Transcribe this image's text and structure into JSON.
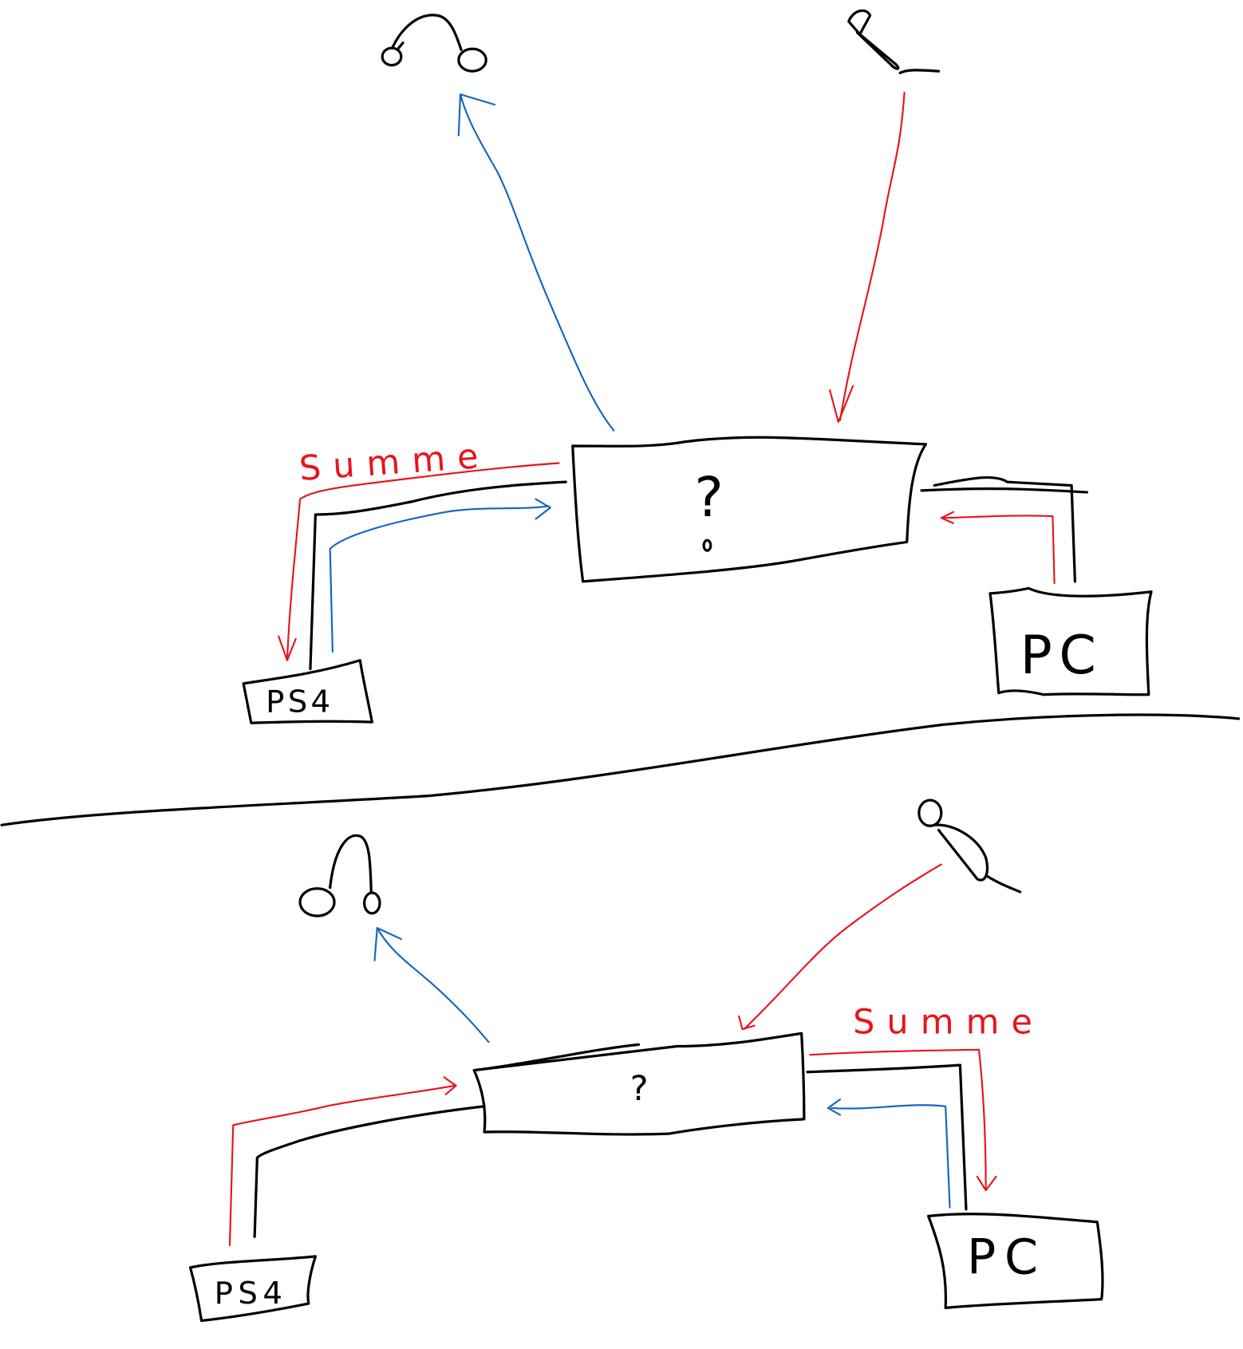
{
  "colors": {
    "ink": "#000000",
    "red_line": "#e8141c",
    "blue_line": "#1565c0"
  },
  "top_scene": {
    "mixer_label": "?",
    "sum_label": "Summe",
    "console_label": "PS4",
    "pc_label": "PC",
    "icons": [
      "headphones-icon",
      "microphone-icon"
    ]
  },
  "bottom_scene": {
    "mixer_label": "?",
    "sum_label": "Summe",
    "console_label": "PS4",
    "pc_label": "PC",
    "icons": [
      "headphones-icon",
      "microphone-icon"
    ]
  }
}
